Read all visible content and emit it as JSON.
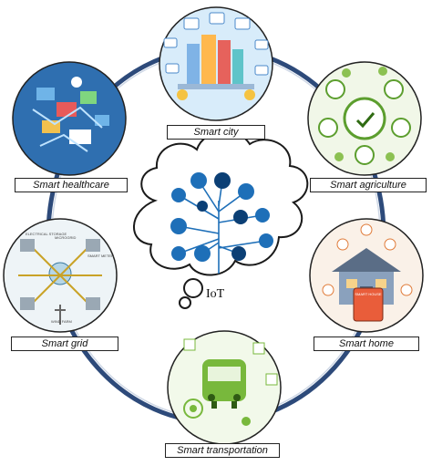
{
  "center": {
    "label": "IoT"
  },
  "domains": [
    {
      "key": "city",
      "label": "Smart city"
    },
    {
      "key": "agriculture",
      "label": "Smart agriculture"
    },
    {
      "key": "home",
      "label": "Smart home"
    },
    {
      "key": "transportation",
      "label": "Smart transportation"
    },
    {
      "key": "grid",
      "label": "Smart grid"
    },
    {
      "key": "healthcare",
      "label": "Smart healthcare"
    }
  ],
  "illustration_text": {
    "home_panel": "SMART HOUSE",
    "grid_left": "ELECTRICAL STORAGE",
    "grid_mid": "MICROGRID",
    "grid_right": "SMART METER",
    "grid_bottom": "WIND FARM"
  },
  "colors": {
    "ring": "#2d4a7a",
    "cloud_outline": "#1a1a1a",
    "icon_blue": "#1e6fb8",
    "icon_dark": "#0b3f75"
  }
}
